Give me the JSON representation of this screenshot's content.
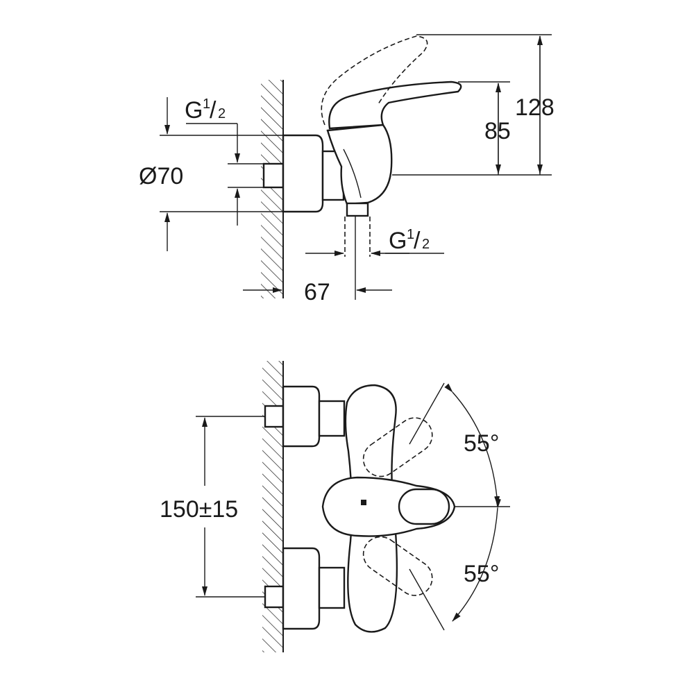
{
  "side_view": {
    "inlet_thread": {
      "main": "G",
      "num": "1",
      "den": "2"
    },
    "diameter": "Ø70",
    "height_total": "128",
    "height_lever": "85",
    "outlet_thread": {
      "main": "G",
      "num": "1",
      "den": "2"
    },
    "depth": "67"
  },
  "front_view": {
    "center_distance": "150±15",
    "angle_up": "55°",
    "angle_down": "55°"
  }
}
